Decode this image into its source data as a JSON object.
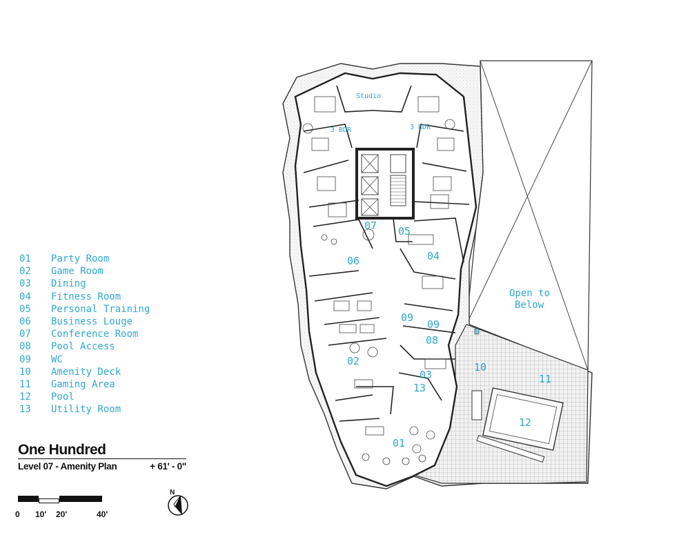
{
  "legend": {
    "items": [
      {
        "num": "01",
        "label": "Party Room"
      },
      {
        "num": "02",
        "label": "Game Room"
      },
      {
        "num": "03",
        "label": "Dining"
      },
      {
        "num": "04",
        "label": "Fitness Room"
      },
      {
        "num": "05",
        "label": "Personal Training"
      },
      {
        "num": "06",
        "label": "Business Louge"
      },
      {
        "num": "07",
        "label": "Conference Room"
      },
      {
        "num": "08",
        "label": "Pool Access"
      },
      {
        "num": "09",
        "label": "WC"
      },
      {
        "num": "10",
        "label": "Amenity Deck"
      },
      {
        "num": "11",
        "label": "Gaming Area"
      },
      {
        "num": "12",
        "label": "Pool"
      },
      {
        "num": "13",
        "label": "Utility Room"
      }
    ]
  },
  "title_block": {
    "project": "One Hundred",
    "sheet": "Level 07 - Amenity Plan",
    "elevation": "+ 61' - 0\""
  },
  "scale_bar": {
    "ticks": [
      "0",
      "10'",
      "20'",
      "40'"
    ]
  },
  "north_arrow": {
    "label": "N"
  },
  "plan_labels": {
    "studio": "Studio",
    "bdr_left": "3 BDR",
    "bdr_right": "3 BDR",
    "open_line1": "Open to",
    "open_line2": "Below",
    "r01": "01",
    "r02": "02",
    "r03": "03",
    "r04": "04",
    "r05": "05",
    "r06": "06",
    "r07": "07",
    "r08": "08",
    "r09a": "09",
    "r09b": "09",
    "r10": "10",
    "r11": "11",
    "r12": "12",
    "r13": "13"
  },
  "colors": {
    "label_blue": "#2fa8cf",
    "wall": "#222222",
    "hatch": "#c8c8c8"
  }
}
